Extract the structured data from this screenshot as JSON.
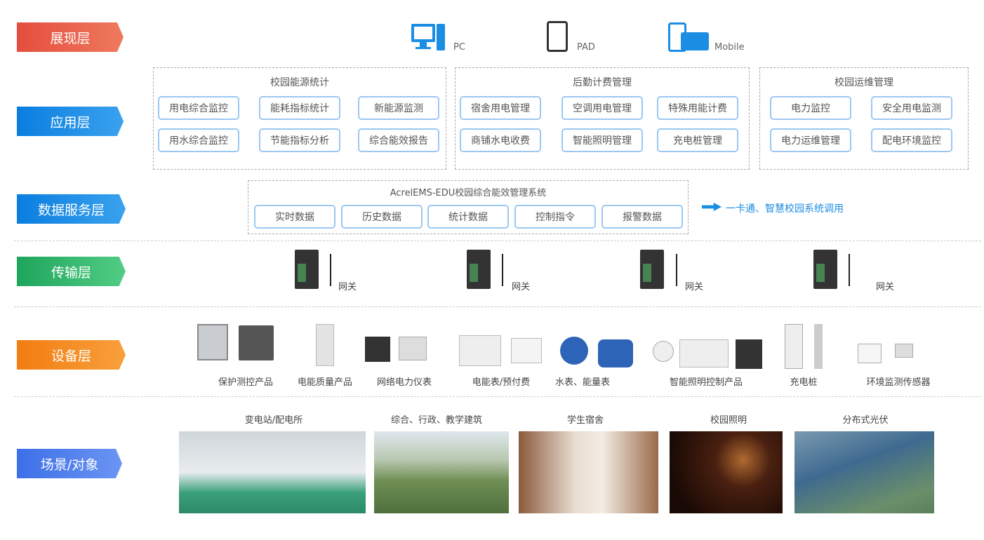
{
  "layers": [
    "展现层",
    "应用层",
    "数据服务层",
    "传输层",
    "设备层",
    "场景/对象"
  ],
  "colors": {
    "presentation": "#e8604c",
    "application": "#1b8de3",
    "data": "#1b8de3",
    "transport": "#2db36b",
    "device": "#f5891f",
    "scene": "#4f7ff0",
    "box_border": "#9cc8f2"
  },
  "devices_top": [
    {
      "icon": "pc-icon",
      "label": "PC"
    },
    {
      "icon": "pad-icon",
      "label": "PAD"
    },
    {
      "icon": "mobile-icon",
      "label": "Mobile"
    }
  ],
  "app_groups": [
    {
      "title": "校园能源统计",
      "items": [
        "用电综合监控",
        "能耗指标统计",
        "新能源监测",
        "用水综合监控",
        "节能指标分析",
        "综合能效报告"
      ]
    },
    {
      "title": "后勤计费管理",
      "items": [
        "宿舍用电管理",
        "空调用电管理",
        "特殊用能计费",
        "商铺水电收费",
        "智能照明管理",
        "充电桩管理"
      ]
    },
    {
      "title": "校园运维管理",
      "items": [
        "电力监控",
        "安全用电监测",
        "电力运维管理",
        "配电环境监控"
      ]
    }
  ],
  "data_service": {
    "title": "AcrelEMS-EDU校园综合能效管理系统",
    "items": [
      "实时数据",
      "历史数据",
      "统计数据",
      "控制指令",
      "报警数据"
    ],
    "external": "一卡通、智慧校园系统调用"
  },
  "gateways": [
    "网关",
    "网关",
    "网关",
    "网关"
  ],
  "equipment": [
    "保护测控产品",
    "电能质量产品",
    "网络电力仪表",
    "电能表/预付费",
    "水表、能量表",
    "智能照明控制产品",
    "充电桩",
    "环境监测传感器"
  ],
  "scenes": [
    "变电站/配电所",
    "综合、行政、教学建筑",
    "学生宿舍",
    "校园照明",
    "分布式光伏"
  ]
}
